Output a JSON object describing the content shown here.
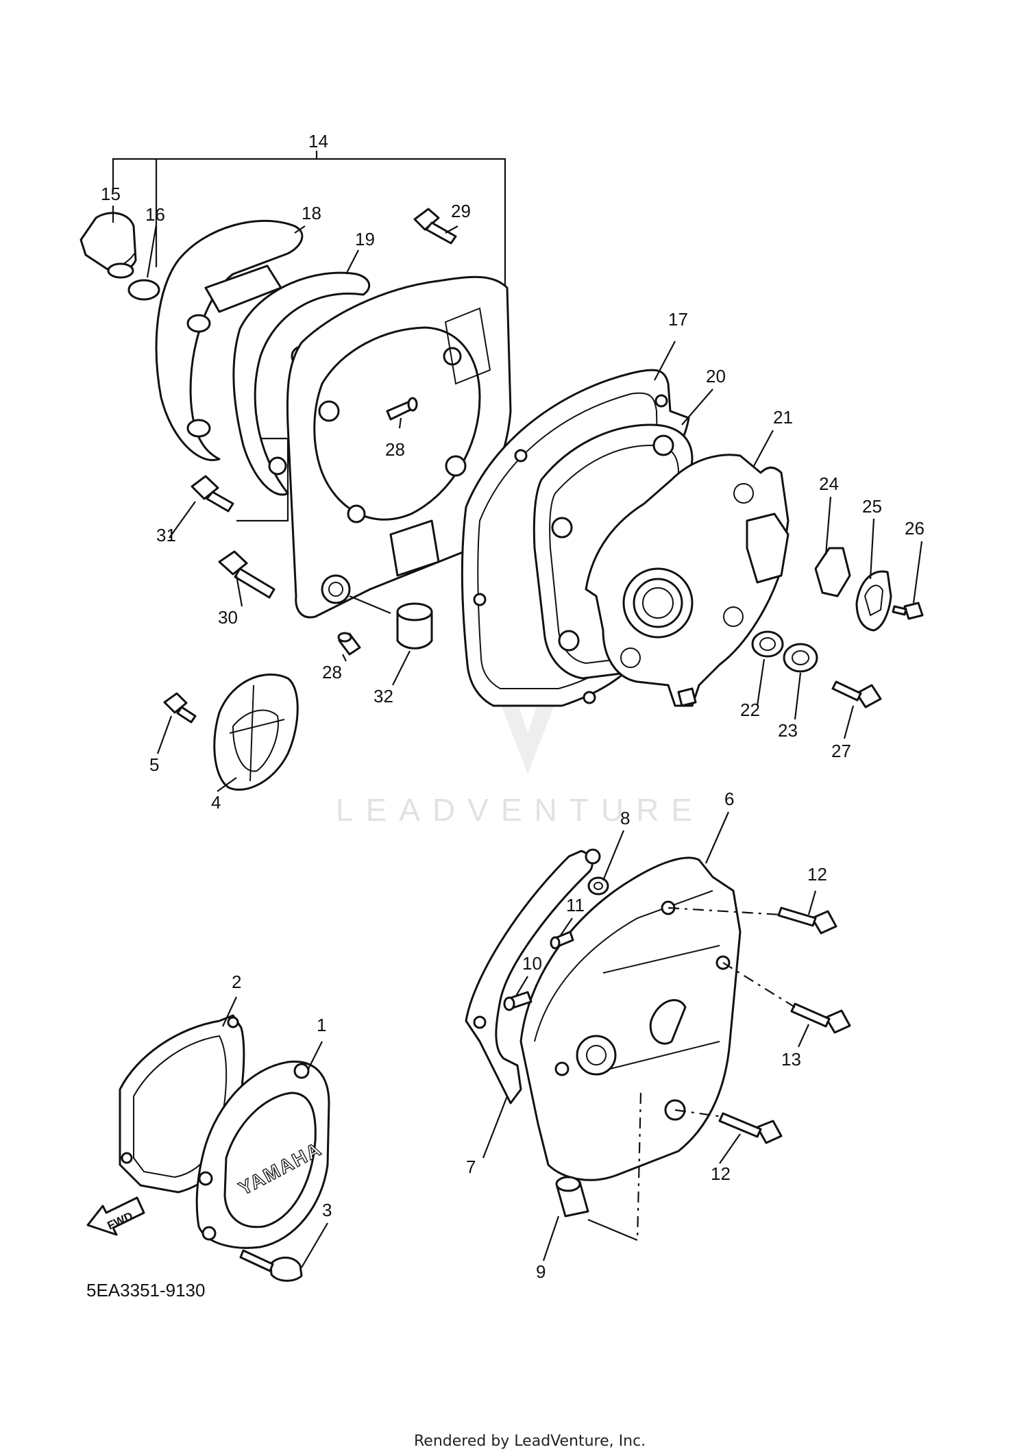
{
  "diagram": {
    "part_code": "5EA3351-9130",
    "watermark": "LEADVENTURE",
    "footer": "Rendered by LeadVenture, Inc.",
    "fwd_label": "FWD",
    "brand_on_cover": "YAMAHA",
    "callouts": [
      "1",
      "2",
      "3",
      "4",
      "5",
      "6",
      "7",
      "8",
      "9",
      "10",
      "11",
      "12",
      "12",
      "13",
      "14",
      "15",
      "16",
      "17",
      "18",
      "19",
      "20",
      "21",
      "22",
      "23",
      "24",
      "25",
      "26",
      "27",
      "28",
      "28",
      "29",
      "30",
      "31",
      "32"
    ]
  }
}
